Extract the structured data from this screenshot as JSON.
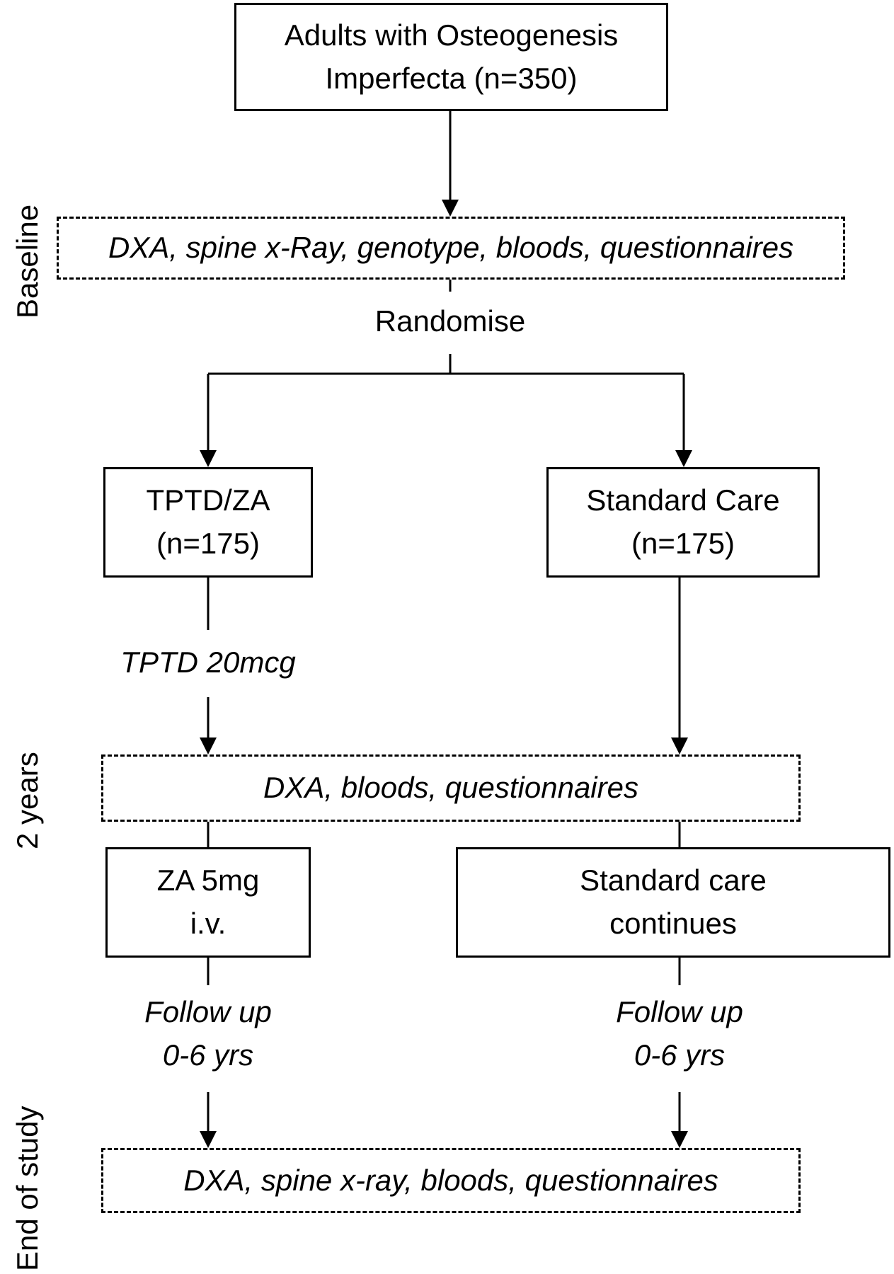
{
  "population_box": {
    "line1": "Adults with Osteogenesis",
    "line2": "Imperfecta  (n=350)"
  },
  "baseline_box": {
    "text": "DXA, spine x-Ray, genotype, bloods, questionnaires"
  },
  "randomise_label": "Randomise",
  "arm_left_box": {
    "line1": "TPTD/ZA",
    "line2": "(n=175)"
  },
  "arm_right_box": {
    "line1": "Standard Care",
    "line2": "(n=175)"
  },
  "left_treatment_label": "TPTD 20mcg",
  "two_year_box": {
    "text": "DXA, bloods, questionnaires"
  },
  "left_followup_box": {
    "line1": "ZA 5mg",
    "line2": "i.v."
  },
  "right_followup_box": {
    "line1": "Standard care",
    "line2": "continues"
  },
  "left_followup_label": {
    "line1": "Follow up",
    "line2": "0-6 yrs"
  },
  "right_followup_label": {
    "line1": "Follow up",
    "line2": "0-6 yrs"
  },
  "end_box": {
    "text": "DXA, spine x-ray, bloods, questionnaires"
  },
  "side_labels": {
    "baseline": "Baseline",
    "two_years": "2 years",
    "end_of_study": "End of study"
  }
}
